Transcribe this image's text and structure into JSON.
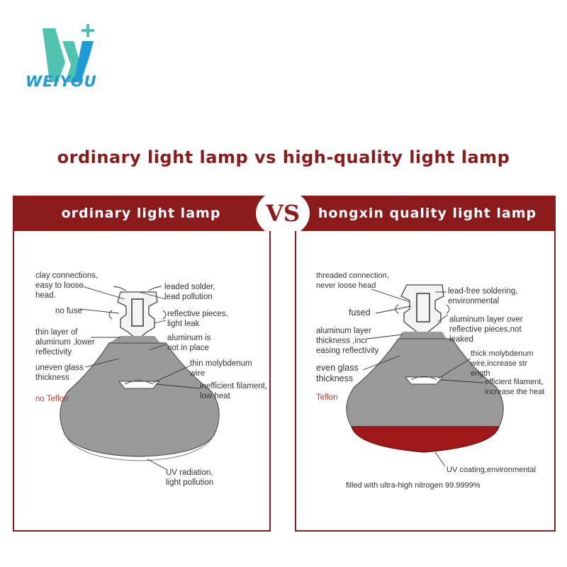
{
  "brand": {
    "name": "WEIYOU"
  },
  "colors": {
    "accent": "#8b1a1a",
    "brand_teal": "#4fc2b0",
    "brand_blue": "#1d9bd6",
    "coating_red": "#a01818"
  },
  "title": "ordinary light lamp vs high-quality light lamp",
  "vs": "VS",
  "left": {
    "header": "ordinary light lamp",
    "labels": {
      "clay": "clay connections,\neasy to loose\nhead.",
      "fuse": "no fuse",
      "thin_al": "thin layer of\naluminum ,lower\nreflectivity",
      "glass": "uneven glass\nthickness",
      "teflon": "no Teflon",
      "solder": "leaded solder,\nlead pollution",
      "reflective": "reflective pieces,\nlight leak",
      "al_place": "aluminum is\nnot in place",
      "moly": "thin molybdenum\nwire",
      "filament": "inefficient filament,\nlow heat",
      "uv": "UV radiation,\nlight pollution"
    }
  },
  "right": {
    "header": "hongxin quality light lamp",
    "labels": {
      "threaded": "threaded connection,\nnever loose head",
      "fused": "fused",
      "al_layer": "aluminum layer\nthickness ,incr\neasing reflectivity",
      "glass": "even glass\nthickness",
      "teflon": "Teflon",
      "solder": "lead-free soldering,\nenvironmental",
      "al_over": "aluminum layer over\nreflective pieces,not\nleaked",
      "moly": "thick molybdenum\nwire,increase str\nength",
      "filament": "efficient filament,\nincrease the heat",
      "uv": "UV coating,environmental",
      "nitrogen": "filled with ultra-high nitrogen 99.9999%"
    }
  }
}
